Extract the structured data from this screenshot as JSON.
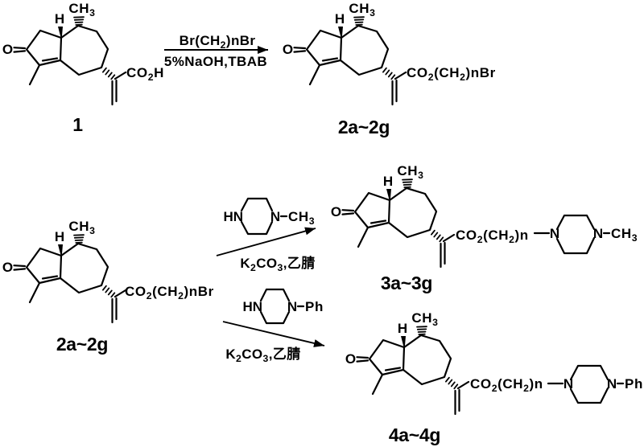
{
  "colors": {
    "ink": "#000000",
    "background": "#ffffff"
  },
  "core": {
    "o": "O",
    "h": "H",
    "ch3": "CH_3"
  },
  "compounds": {
    "c1": {
      "label": "1",
      "acid": "CO_2H"
    },
    "c2_top": {
      "label": "2a~2g",
      "ester": "CO_2(CH_2)nBr"
    },
    "c2_bottom": {
      "label": "2a~2g",
      "ester": "CO_2(CH_2)nBr"
    },
    "c3": {
      "label": "3a~3g",
      "chain": "CO_2(CH_2)n",
      "n_left": "N",
      "n_right": "N",
      "terminal": "CH_3"
    },
    "c4": {
      "label": "4a~4g",
      "chain": "CO_2(CH_2)n",
      "n_left": "N",
      "n_right": "N",
      "terminal": "Ph"
    }
  },
  "reactions": {
    "r1": {
      "above": "Br(CH_2)nBr",
      "below": "5%NaOH,TBAB"
    },
    "r2": {
      "hn": "HN",
      "n": "N",
      "terminal": "CH_3",
      "below": "K_2CO_3,乙腈"
    },
    "r3": {
      "hn": "HN",
      "n": "N",
      "terminal": "Ph",
      "below": "K_2CO_3,乙腈"
    }
  }
}
